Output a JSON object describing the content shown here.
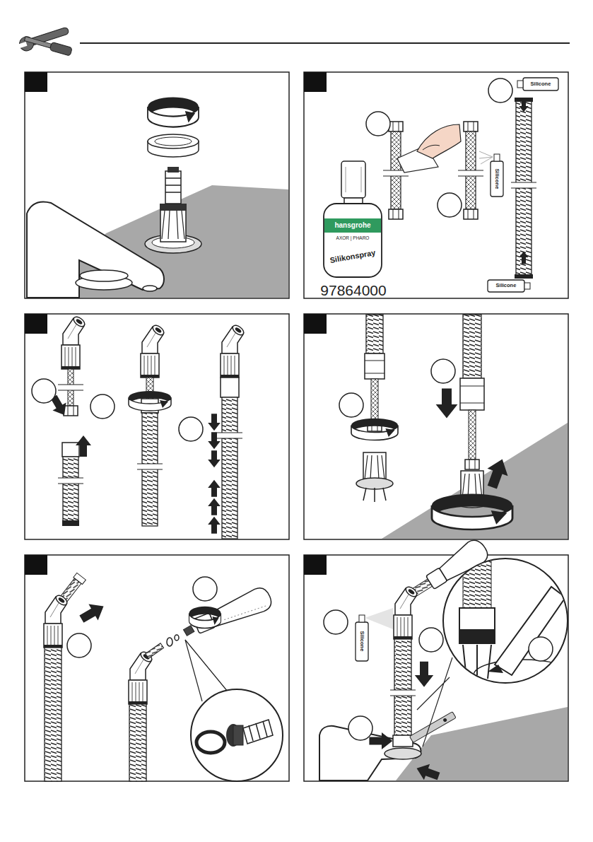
{
  "diagram": {
    "labels": [
      "Silicone",
      "hansgrohe",
      "AXOR | PHARO",
      "Silikonspray",
      "Silicone",
      "Silicone",
      "97864000",
      "Silicone"
    ]
  }
}
